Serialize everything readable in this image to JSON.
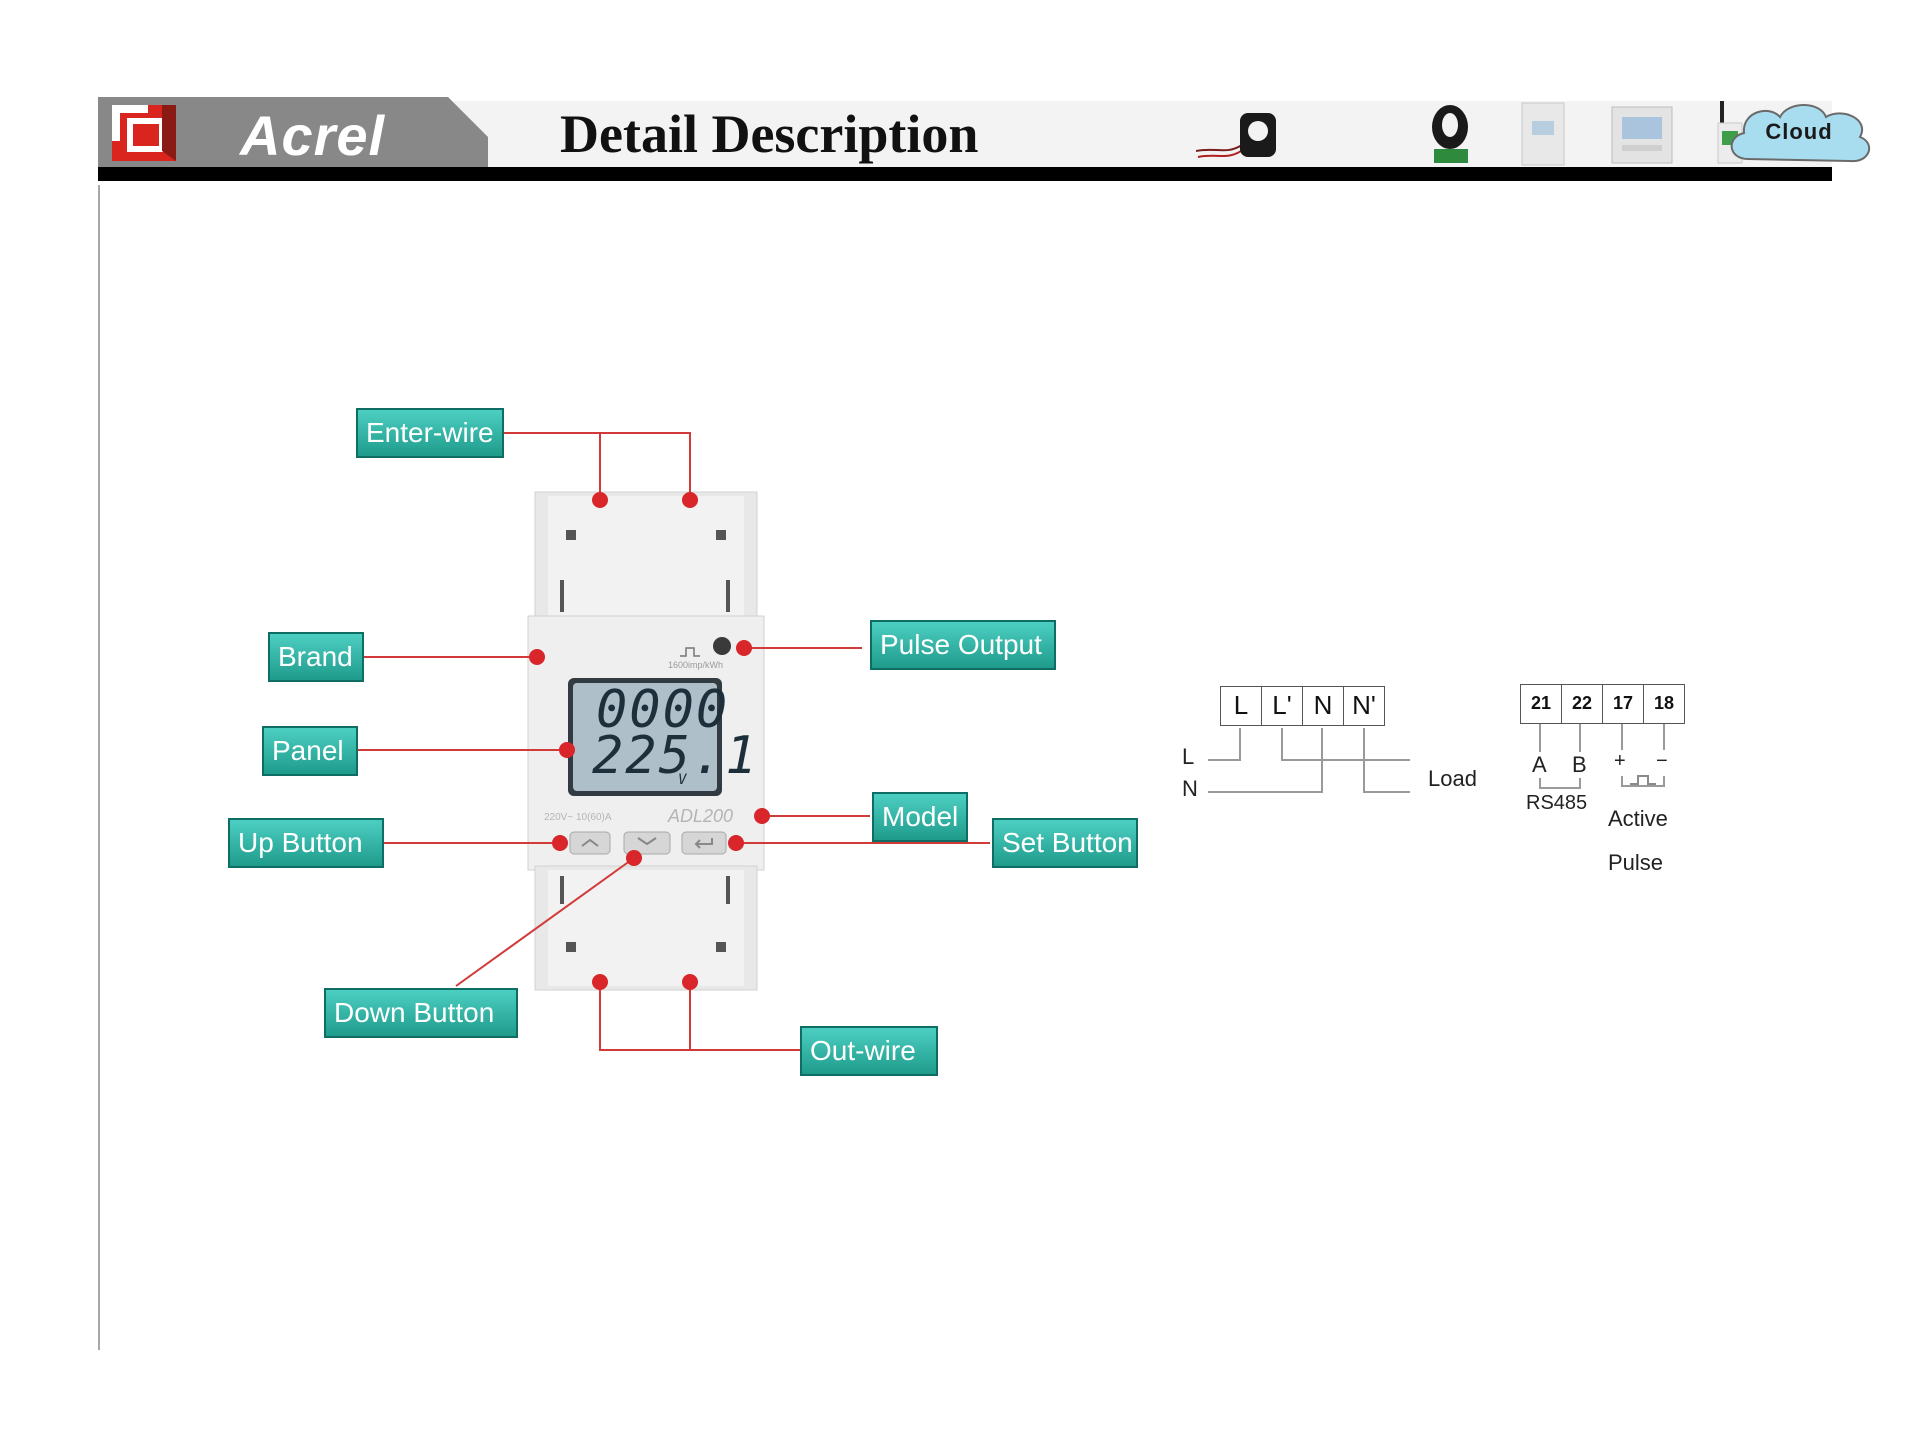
{
  "header": {
    "brand": "Acrel",
    "title": "Detail Description",
    "cloud_label": "Cloud",
    "icons": [
      "split-core-ct-icon",
      "hall-sensor-icon",
      "din-meter-small-icon",
      "din-meter-large-icon",
      "gateway-antenna-icon",
      "cloud-icon"
    ]
  },
  "device": {
    "lcd_line1": "0000",
    "lcd_line2": "225.1",
    "lcd_unit": "V",
    "model_print": "ADL200",
    "rating_print": "220V~ 10(60)A",
    "pulse_print": "1600imp/kWh"
  },
  "callouts": {
    "enter_wire": "Enter-wire",
    "brand": "Brand",
    "panel": "Panel",
    "up_button": "Up Button",
    "down_button": "Down Button",
    "pulse_output": "Pulse Output",
    "model": "Model",
    "set_button": "Set Button",
    "out_wire": "Out-wire"
  },
  "wiring": {
    "terminals": [
      "L",
      "L'",
      "N",
      "N'"
    ],
    "line_l": "L",
    "line_n": "N",
    "load": "Load"
  },
  "comm": {
    "terminals": [
      "21",
      "22",
      "17",
      "18"
    ],
    "a": "A",
    "b": "B",
    "plus": "+",
    "minus": "−",
    "rs485": "RS485",
    "active": "Active",
    "pulse": "Pulse"
  },
  "colors": {
    "leader_line": "#d23a3a",
    "callout_fill": "#2bb3a3",
    "header_grey": "#888888",
    "logo_red": "#d9251d"
  }
}
